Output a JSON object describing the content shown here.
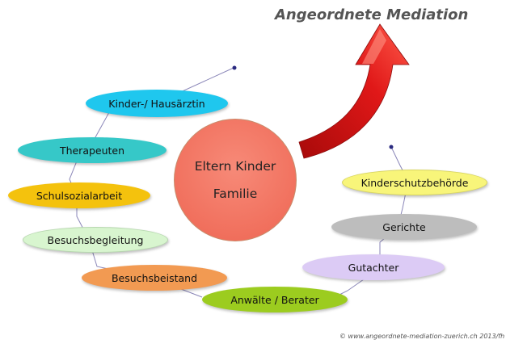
{
  "title": "Angeordnete Mediation",
  "center": {
    "line1": "Eltern Kinder",
    "line2": "Familie",
    "color": "#f47462"
  },
  "nodes": {
    "kinderarzt": {
      "label": "Kinder-/ Hausärztin",
      "color": "#1fc7ee"
    },
    "therapeuten": {
      "label": "Therapeuten",
      "color": "#36c8c8"
    },
    "schulsozialarbeit": {
      "label": "Schulsozialarbeit",
      "color": "#f4c20d"
    },
    "besuchsbegleitung": {
      "label": "Besuchsbegleitung",
      "color": "#d8f5cf"
    },
    "besuchsbeistand": {
      "label": "Besuchsbeistand",
      "color": "#f29a52"
    },
    "anwaelte": {
      "label": "Anwälte / Berater",
      "color": "#9ccc1f"
    },
    "gutachter": {
      "label": "Gutachter",
      "color": "#dccbf5"
    },
    "gerichte": {
      "label": "Gerichte",
      "color": "#bdbdbd"
    },
    "kinderschutz": {
      "label": "Kinderschutzbehörde",
      "color": "#f8f57a"
    }
  },
  "colors": {
    "connector": "#8a86b8",
    "arrow": "#d41414",
    "dot": "#2a2a80"
  },
  "copyright": "© www.angeordnete-mediation-zuerich.ch 2013/fh"
}
